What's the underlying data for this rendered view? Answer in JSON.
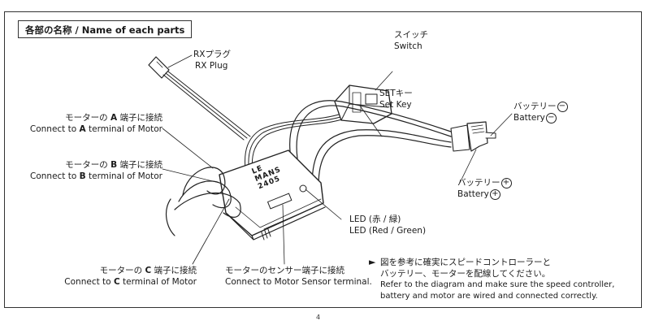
{
  "title": "各部の名称 / Name of each parts",
  "labels": {
    "rx_plug": {
      "jp": "RXプラグ",
      "en": "RX Plug"
    },
    "switch": {
      "jp": "スイッチ",
      "en": "Switch"
    },
    "set_key": {
      "jp": "SETキー",
      "en": "Set Key"
    },
    "battery_minus": {
      "jp": "バッテリー",
      "en": "Battery",
      "symbol": "−"
    },
    "battery_plus": {
      "jp": "バッテリー",
      "en": "Battery",
      "symbol": "+"
    },
    "motor_a": {
      "jp_pre": "モーターの",
      "letter": "A",
      "jp_post": "端子に接続",
      "en_pre": "Connect to",
      "en_post": "terminal of Motor"
    },
    "motor_b": {
      "jp_pre": "モーターの",
      "letter": "B",
      "jp_post": "端子に接続",
      "en_pre": "Connect to",
      "en_post": "terminal of Motor"
    },
    "motor_c": {
      "jp_pre": "モーターの",
      "letter": "C",
      "jp_post": "端子に接続",
      "en_pre": "Connect to",
      "en_post": "terminal of Motor"
    },
    "sensor": {
      "jp": "モーターのセンサー端子に接続",
      "en": "Connect to Motor Sensor terminal."
    },
    "led": {
      "jp": "LED (赤 / 緑)",
      "en": "LED (Red / Green)"
    }
  },
  "device_marking": [
    "LE",
    "MANS",
    "2405"
  ],
  "note": {
    "jp_line1": "図を参考に確実にスピードコントローラーと",
    "jp_line2": "バッテリー、モーターを配線してください。",
    "en_line1": "Refer to the diagram and make sure the speed controller,",
    "en_line2": "battery and motor are wired and connected correctly."
  },
  "page_number": "4"
}
